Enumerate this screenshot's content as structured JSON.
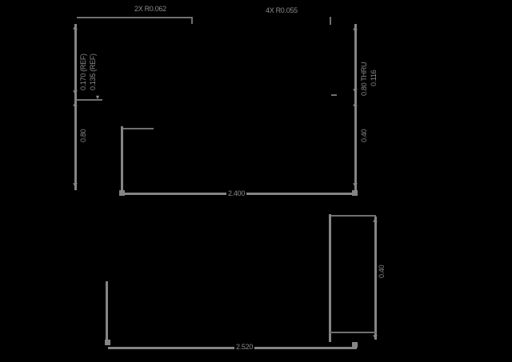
{
  "drawing": {
    "title": "Technical Part Drawing",
    "background_color": "#000000",
    "line_color": "#858585",
    "text_color": "#8a8a8a"
  },
  "annotations": {
    "top_left_callout": "2X R0.062",
    "top_right_callout": "4X R0.055",
    "left_stack_line1": "0.170 (REF)",
    "left_stack_line2": "0.135 (REF)",
    "left_vertical": "0.80",
    "right_stack_line1": "0.80 THRU",
    "right_stack_line2": "0.116",
    "right_vertical_upper": "0.40",
    "upper_horizontal": "2.400",
    "lower_vertical": "0.40",
    "lower_horizontal": "2.520"
  },
  "chart_data": {
    "type": "table",
    "title": "Dimension callouts",
    "categories": [
      "top_left_callout",
      "top_right_callout",
      "left_stack_line1",
      "left_stack_line2",
      "left_vertical",
      "right_stack_line1",
      "right_stack_line2",
      "right_vertical_upper",
      "upper_horizontal",
      "lower_vertical",
      "lower_horizontal"
    ],
    "values": [
      "2X R0.062",
      "4X R0.055",
      "0.170 (REF)",
      "0.135 (REF)",
      "0.80",
      "0.80 THRU",
      "0.116",
      "0.40",
      "2.400",
      "0.40",
      "2.520"
    ],
    "xlabel": "",
    "ylabel": "",
    "grid": false,
    "legend": "none"
  }
}
